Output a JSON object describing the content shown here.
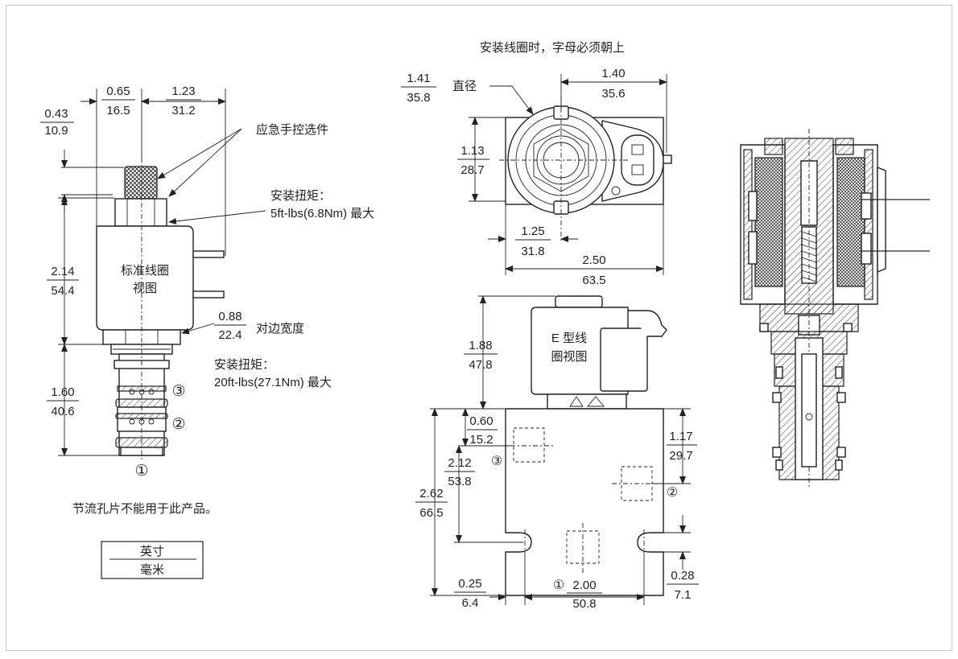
{
  "header": {
    "note_letters_up": "安装线圈时，字母必须朝上"
  },
  "side_view": {
    "coil_label_line1": "标准线圈",
    "coil_label_line2": "视图",
    "callout_manual_override": "应急手控选件",
    "callout_torque_coil_line1": "安装扭矩：",
    "callout_torque_coil_line2": "5ft-lbs(6.8Nm) 最大",
    "hex_label": "对边宽度",
    "callout_torque_cartridge_line1": "安装扭矩：",
    "callout_torque_cartridge_line2": "20ft-lbs(27.1Nm) 最大",
    "note_orifice": "节流孔片不能用于此产品。",
    "ports": [
      "③",
      "②",
      "①"
    ],
    "dims": {
      "d043": {
        "in": "0.43",
        "mm": "10.9"
      },
      "d065": {
        "in": "0.65",
        "mm": "16.5"
      },
      "d123": {
        "in": "1.23",
        "mm": "31.2"
      },
      "d214": {
        "in": "2.14",
        "mm": "54.4"
      },
      "d088": {
        "in": "0.88",
        "mm": "22.4"
      },
      "d160": {
        "in": "1.60",
        "mm": "40.6"
      }
    }
  },
  "units_legend": {
    "top": "英寸",
    "bottom": "毫米"
  },
  "top_view": {
    "diameter_label": "直径",
    "dims": {
      "d141": {
        "in": "1.41",
        "mm": "35.8"
      },
      "d140": {
        "in": "1.40",
        "mm": "35.6"
      },
      "d113": {
        "in": "1.13",
        "mm": "28.7"
      },
      "d125": {
        "in": "1.25",
        "mm": "31.8"
      },
      "d250": {
        "in": "2.50",
        "mm": "63.5"
      }
    }
  },
  "front_view": {
    "coil_label_line1": "E 型线",
    "coil_label_line2": "圈视图",
    "ports": [
      "③",
      "②",
      "①"
    ],
    "dims": {
      "d188": {
        "in": "1.88",
        "mm": "47.8"
      },
      "d060": {
        "in": "0.60",
        "mm": "15.2"
      },
      "d117": {
        "in": "1.17",
        "mm": "29.7"
      },
      "d212": {
        "in": "2.12",
        "mm": "53.8"
      },
      "d262": {
        "in": "2.62",
        "mm": "66.5"
      },
      "d025": {
        "in": "0.25",
        "mm": "6.4"
      },
      "d200": {
        "in": "2.00",
        "mm": "50.8"
      },
      "d028": {
        "in": "0.28",
        "mm": "7.1"
      }
    }
  }
}
